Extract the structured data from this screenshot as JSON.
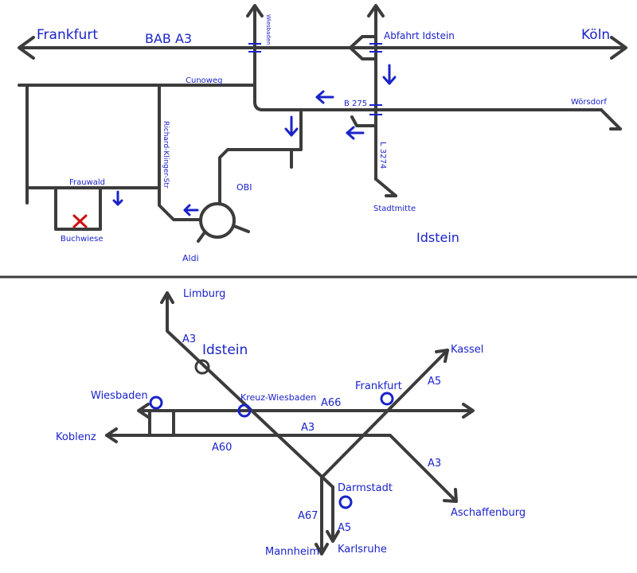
{
  "colors": {
    "road": "#3c3c3c",
    "label": "#1a23c8",
    "marker": "#d01010",
    "background": "#ffffff"
  },
  "local_map": {
    "labels": {
      "frankfurt": "Frankfurt",
      "bab_a3": "BAB A3",
      "koeln": "Köln",
      "abfahrt": "Abfahrt Idstein",
      "wiesbaden": "Wiesbaden",
      "cunoweg": "Cunoweg",
      "b275": "B 275",
      "woersdorf": "Wörsdorf",
      "richard": "Richard-Klinger-Str",
      "l3274": "L 3274",
      "frauwald": "Frauwald",
      "obi": "OBI",
      "stadtmitte": "Stadtmitte",
      "idstein": "Idstein",
      "buchwiese": "Buchwiese",
      "aldi": "Aldi"
    },
    "destination_marker": "red-x-icon"
  },
  "region_map": {
    "labels": {
      "limburg": "Limburg",
      "a3_north": "A3",
      "idstein": "Idstein",
      "kassel": "Kassel",
      "a5_north": "A5",
      "wiesbaden": "Wiesbaden",
      "kreuz": "Kreuz-Wiesbaden",
      "frankfurt": "Frankfurt",
      "a66": "A66",
      "koblenz": "Koblenz",
      "a3_mid": "A3",
      "a60": "A60",
      "a3_south": "A3",
      "darmstadt": "Darmstadt",
      "aschaffenburg": "Aschaffenburg",
      "a67": "A67",
      "a5_south": "A5",
      "mannheim": "Mannheim",
      "karlsruhe": "Karlsruhe"
    }
  }
}
